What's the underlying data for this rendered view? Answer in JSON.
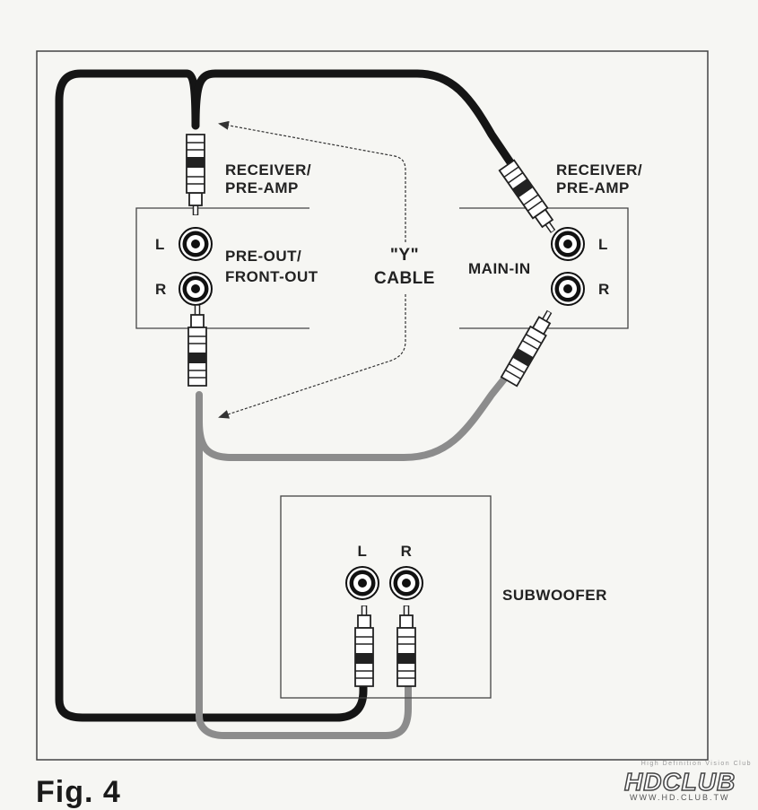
{
  "colors": {
    "background": "#f6f6f3",
    "frame": "#444444",
    "black_cable": "#151515",
    "gray_cable": "#8c8c8c",
    "arrow": "#333333"
  },
  "labels": {
    "receiver_left": [
      "RECEIVER/",
      "PRE-AMP"
    ],
    "receiver_right": [
      "RECEIVER/",
      "PRE-AMP"
    ],
    "pre_out": [
      "PRE-OUT/",
      "FRONT-OUT"
    ],
    "y_cable": [
      "\"Y\"",
      "CABLE"
    ],
    "main_in": "MAIN-IN",
    "left_jack_L": "L",
    "left_jack_R": "R",
    "right_jack_L": "L",
    "right_jack_R": "R",
    "sub_L": "L",
    "sub_R": "R",
    "subwoofer": "SUBWOOFER"
  },
  "caption": "Fig. 4",
  "watermark": {
    "tagline": "High Definition Vision Club",
    "logo": "HDCLUB",
    "url": "WWW.HD.CLUB.TW"
  }
}
